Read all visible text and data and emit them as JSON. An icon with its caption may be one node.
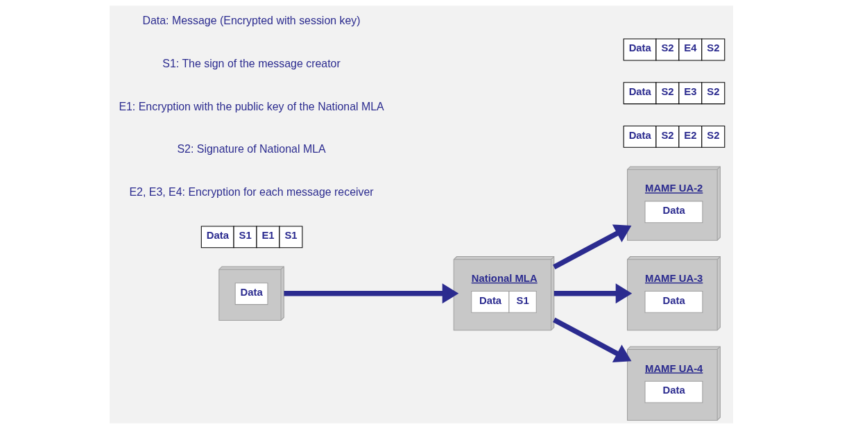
{
  "diagram": {
    "nodes": [
      {
        "text": [
          "Data"
        ]
      },
      {
        "text": [
          "Data",
          "S1",
          "E1",
          "S1"
        ]
      },
      {
        "text": [
          "National MLA",
          "Data",
          "S1"
        ]
      },
      {
        "text": [
          "Data",
          "S2",
          "E2",
          "S2"
        ]
      },
      {
        "text": [
          "MAMF UA-2",
          "Data"
        ]
      },
      {
        "text": [
          "MAMF UA-3",
          "Data"
        ]
      },
      {
        "text": [
          "Data",
          "S2",
          "E3",
          "S2"
        ]
      },
      {
        "text": [
          "MAMF UA-4",
          "Data"
        ]
      },
      {
        "text": [
          "Data",
          "S2",
          "E4",
          "S2"
        ]
      }
    ],
    "edges": [
      {
        "from": 0,
        "to": 2,
        "arrow": "to"
      },
      {
        "from": 2,
        "to": 4,
        "arrow": "to"
      },
      {
        "from": 2,
        "to": 5,
        "arrow": "to"
      },
      {
        "from": 2,
        "to": 7,
        "arrow": "to"
      }
    ],
    "labels": [
      "Data: Message (Encrypted with session key)",
      "S1: The sign of the message creator",
      "E1: Encryption with the public key of the National MLA",
      "S2: Signature of National MLA",
      "E2, E3, E4: Encryption for each message receiver"
    ]
  }
}
